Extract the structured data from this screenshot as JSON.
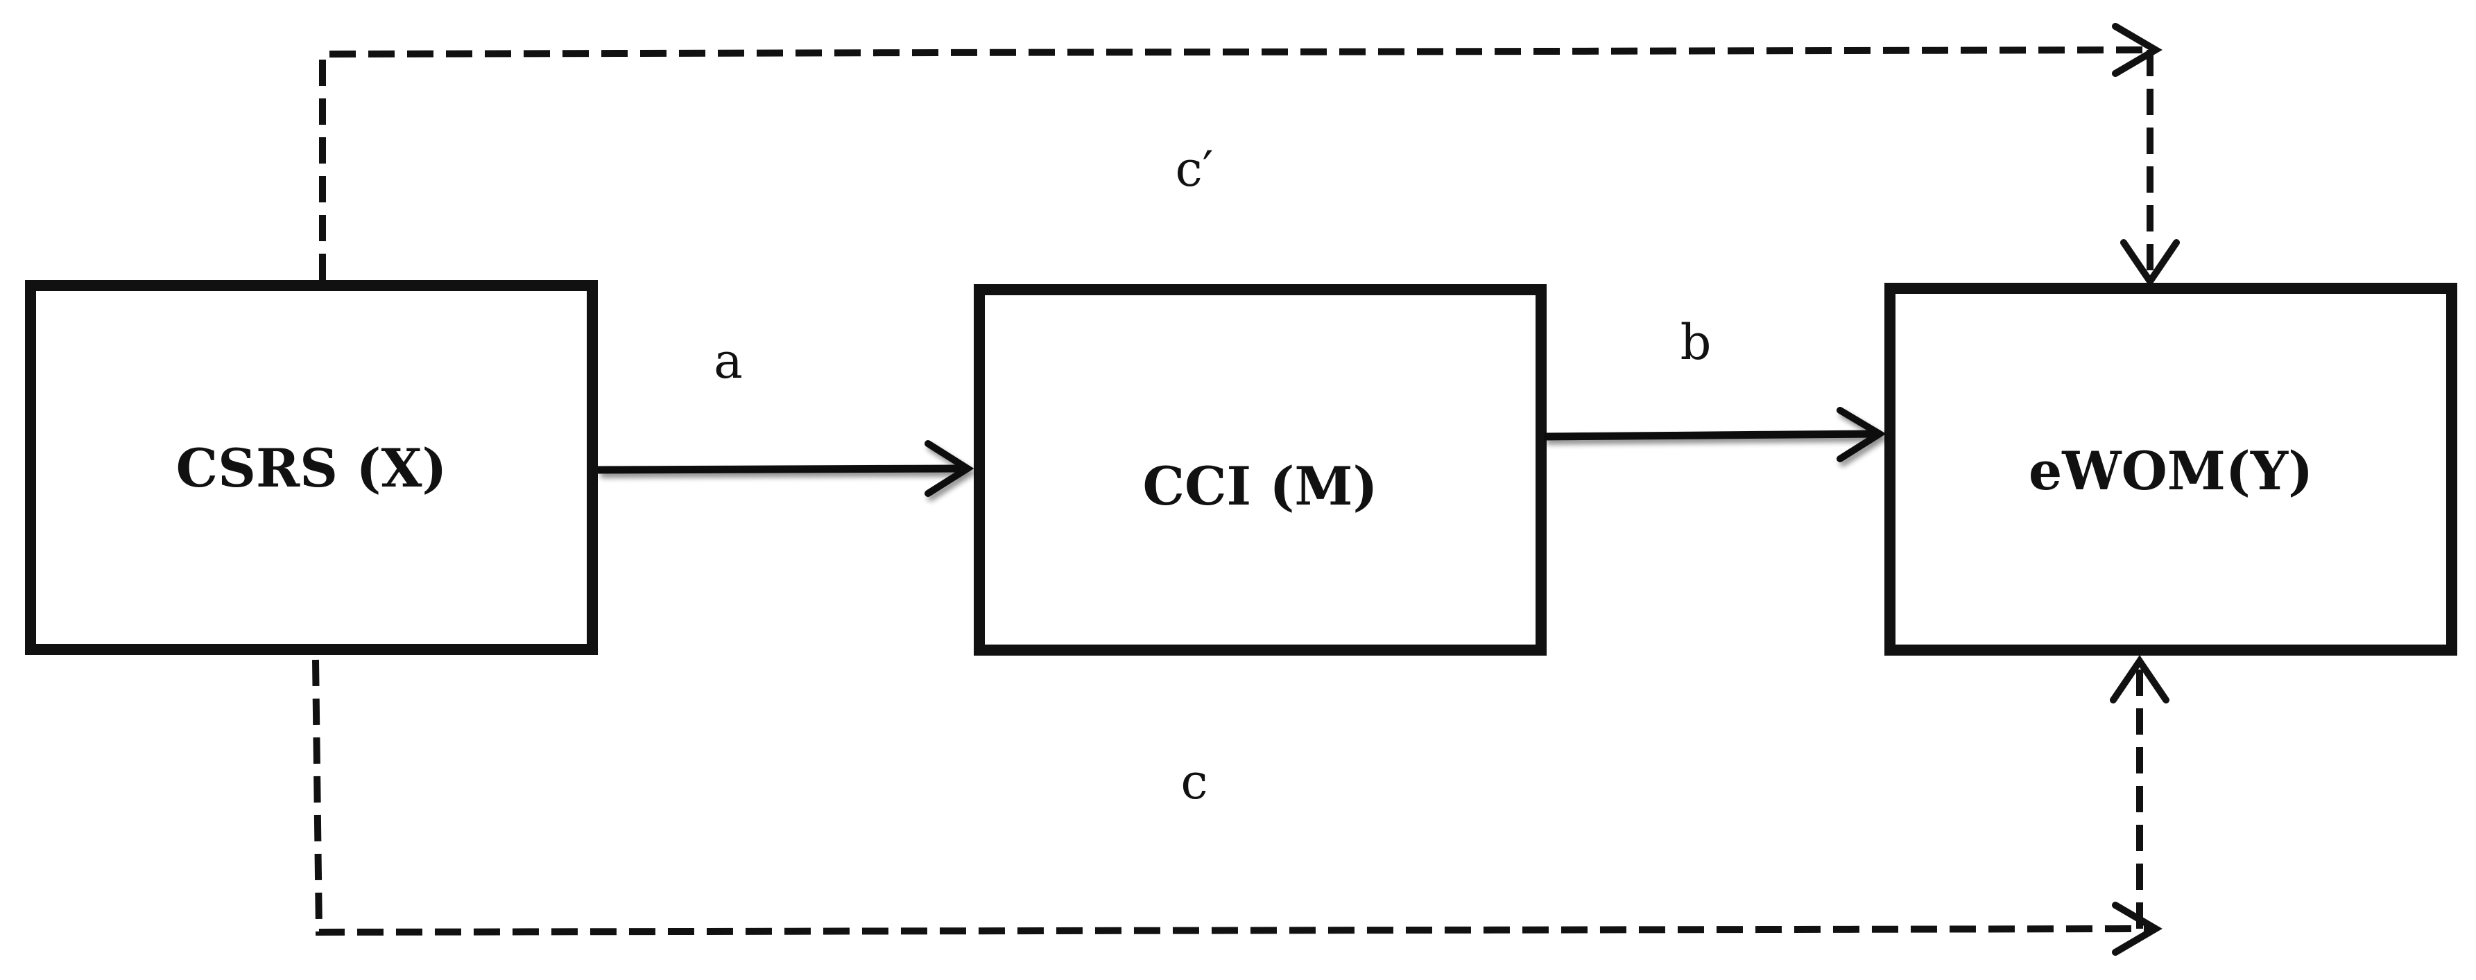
{
  "diagram": {
    "nodes": {
      "x": {
        "label": "CSRS (X)"
      },
      "m": {
        "label": "CCI (M)"
      },
      "y": {
        "label": "eWOM(Y)"
      }
    },
    "paths": {
      "a": {
        "label": "a"
      },
      "b": {
        "label": "b"
      },
      "c_prime": {
        "label": "c′"
      },
      "c": {
        "label": "c"
      }
    },
    "colors": {
      "stroke": "#111111",
      "shadow": "#9a9a9a",
      "background": "#ffffff"
    }
  }
}
